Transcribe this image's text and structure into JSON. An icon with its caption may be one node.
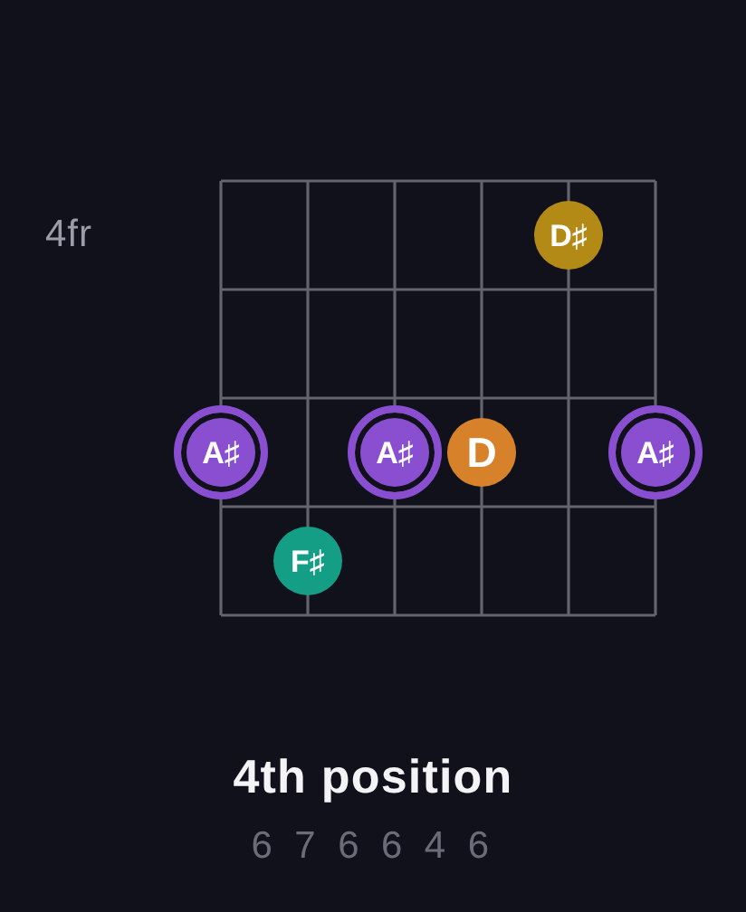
{
  "diagram": {
    "title": "4th position",
    "nodes": [
      {
        "text": [
          "D♯"
        ]
      },
      {
        "text": [
          "A♯"
        ]
      },
      {
        "text": [
          "A♯"
        ]
      },
      {
        "text": [
          "D"
        ]
      },
      {
        "text": [
          "A♯"
        ]
      },
      {
        "text": [
          "F♯"
        ]
      }
    ],
    "labels": [
      "4fr",
      "6 7 6 6 4 6"
    ]
  }
}
